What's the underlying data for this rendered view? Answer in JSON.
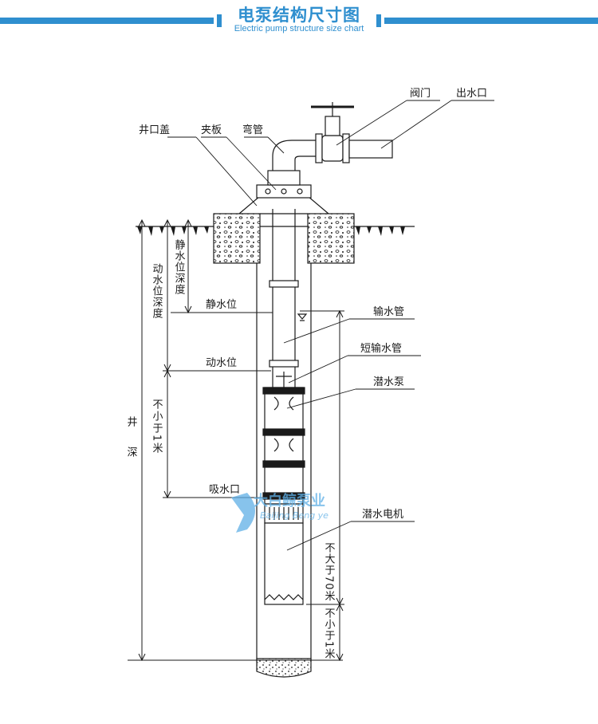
{
  "header": {
    "title": "电泵结构尺寸图",
    "subtitle": "Electric pump structure size chart"
  },
  "labels": {
    "valve": "阀门",
    "outlet": "出水口",
    "well_cover": "井口盖",
    "clamp_plate": "夹板",
    "elbow": "弯管",
    "static_level": "静水位",
    "dynamic_level": "动水位",
    "delivery_pipe": "输水管",
    "short_pipe": "短输水管",
    "submersible_pump": "潜水泵",
    "intake": "吸水口",
    "motor": "潜水电机"
  },
  "dimensions": {
    "static_depth": "静水位深度",
    "dynamic_depth": "动水位深度",
    "min_1m_upper": "不小于1米",
    "well_depth": "井　深",
    "max_70m": "不大于70米",
    "min_1m_lower": "不小于1米"
  },
  "watermark": {
    "brand": "大白鲸泵业",
    "pinyin": "Baijing Beng ye"
  },
  "colors": {
    "accent": "#2f8fcf",
    "line": "#1a1a1a"
  }
}
